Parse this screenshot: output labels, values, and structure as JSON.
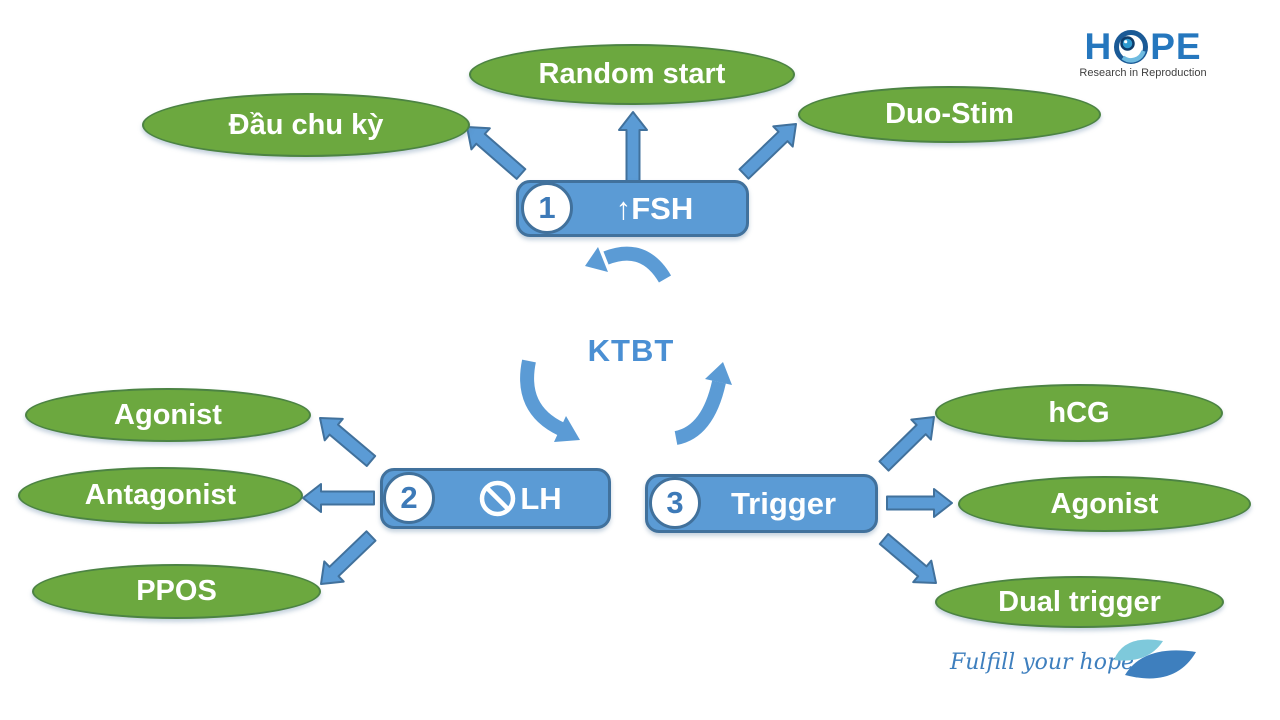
{
  "colors": {
    "green": "#6CA83F",
    "green_border": "#4C8343",
    "blue": "#5B9BD5",
    "blue_border": "#41719C",
    "center_text": "#4A8FD3",
    "brand_blue": "#2577BE",
    "leaf_light": "#7EC9DB",
    "leaf_dark": "#3E7FBE"
  },
  "brand": {
    "logo_h": "H",
    "logo_pe": "PE",
    "logo_sub": "Research in Reproduction",
    "footer_tagline": "Fulfill your hope"
  },
  "diagram": {
    "center_label": "KTBT",
    "steps": [
      {
        "number": "1",
        "label": "↑FSH",
        "options": [
          "Đầu chu kỳ",
          "Random start",
          "Duo-Stim"
        ]
      },
      {
        "number": "2",
        "label": "LH",
        "icon": "prohibition-icon",
        "options": [
          "Agonist",
          "Antagonist",
          "PPOS"
        ]
      },
      {
        "number": "3",
        "label": "Trigger",
        "options": [
          "hCG",
          "Agonist",
          "Dual trigger"
        ]
      }
    ]
  }
}
